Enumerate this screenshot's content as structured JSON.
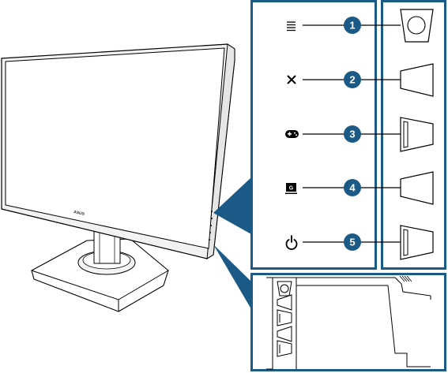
{
  "brand": {
    "logo": "ASUS"
  },
  "buttons": [
    {
      "number": "1",
      "icon": "menu-icon",
      "button_shape": "round"
    },
    {
      "number": "2",
      "icon": "close-icon",
      "button_shape": "trapezoid"
    },
    {
      "number": "3",
      "icon": "gamepad-icon",
      "button_shape": "trapezoid-marked"
    },
    {
      "number": "4",
      "icon": "gameplus-icon",
      "icon_letter": "G",
      "button_shape": "trapezoid"
    },
    {
      "number": "5",
      "icon": "power-icon",
      "button_shape": "trapezoid-marked"
    }
  ],
  "colors": {
    "accent": "#1b5a86",
    "line": "#000000",
    "monitor_screen": "#ffffff",
    "monitor_bezel": "#f2f2f2"
  }
}
